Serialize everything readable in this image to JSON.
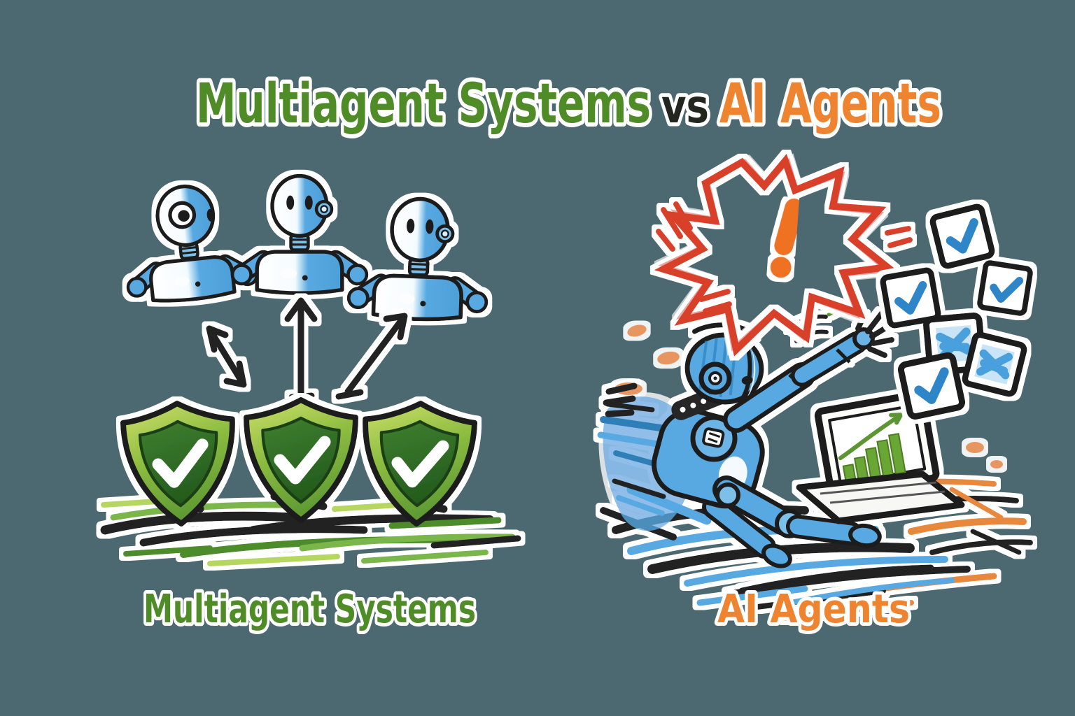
{
  "title": {
    "part1": "Multiagent Systems",
    "separator": "vs",
    "part2": "AI Agents"
  },
  "captions": {
    "left": "Multiagent Systems",
    "right": "AI Agents"
  },
  "colors": {
    "background": "#4c6971",
    "title-green": "#4f8c28",
    "title-dark": "#22261f",
    "title-orange": "#ee8330",
    "outline": "#1c1c1c",
    "robot-blue": "#58a9e2",
    "robot-blue-light": "#7cc0ea",
    "robot-blue-pale": "#d9edfa",
    "shield-light": "#cfe06a",
    "shield-mid": "#8cbc40",
    "shield-deep": "#5f9a33",
    "shield-inner": "#3f8030",
    "shield-inner-deep": "#245c1d",
    "check-white": "#ffffff",
    "grass-light": "#b6d75e",
    "grass-mid": "#7ab648",
    "grass-dark": "#4e8c2c",
    "alert-red": "#d8402b",
    "alert-orange": "#ee7220",
    "check-blue": "#2e86c8",
    "x-blue": "#4aa0dc",
    "card-bg": "#ffffff",
    "chart-green": "#6aa636",
    "chart-green-dark": "#4e7d24",
    "scribble-orange": "#e8883d",
    "ink-black": "#222222"
  },
  "left_scene": {
    "caption": "Multiagent Systems",
    "robot_count": 3,
    "shield_count": 3,
    "arrow_count": 3,
    "icons": [
      "robot-icon",
      "up-arrow-icon",
      "shield-check-icon",
      "checkmark-icon",
      "grass-icon"
    ]
  },
  "right_scene": {
    "caption": "AI Agents",
    "checked_card_count": 4,
    "crossed_card_count": 2,
    "icons": [
      "alert-burst-icon",
      "exclamation-icon",
      "overwhelmed-robot-icon",
      "headphone-icon",
      "laptop-chart-icon",
      "bar-chart-icon",
      "checkbox-card-icon",
      "motion-lines-icon",
      "spark-dash-icon"
    ]
  }
}
